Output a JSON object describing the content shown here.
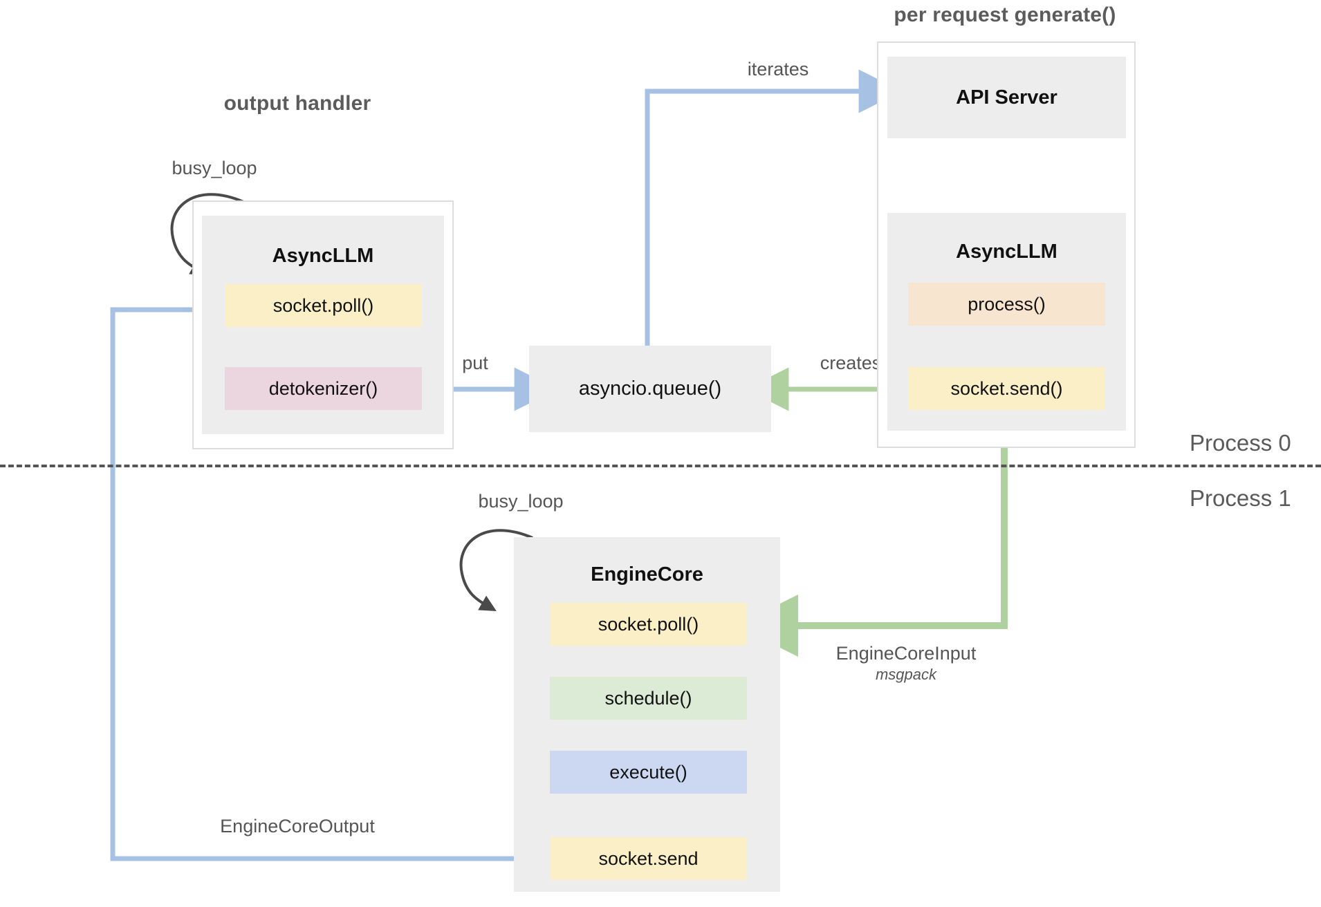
{
  "diagram": {
    "title_left": "output handler",
    "title_right": "per request generate()",
    "process_top": "Process 0",
    "process_bottom": "Process 1"
  },
  "colors": {
    "arrow_blue": "#A6C1E4",
    "arrow_green": "#AFD1A0",
    "arrow_dark": "#4a4a4a",
    "box_grey": "#ededed",
    "frame_border": "#dcdcdc",
    "chip_yellow": "#FBEFC8",
    "chip_peach": "#F8E5D0",
    "chip_pink": "#EBD5DF",
    "chip_green": "#DBEBD5",
    "chip_blue": "#CCD8F2",
    "text_dark": "#111111",
    "text_grey": "#555555"
  },
  "output_handler": {
    "box_title": "AsyncLLM",
    "loop_label": "busy_loop",
    "chips": [
      {
        "label": "socket.poll()",
        "color": "yellow"
      },
      {
        "label": "detokenizer()",
        "color": "pink"
      }
    ]
  },
  "queue": {
    "label": "asyncio.queue()"
  },
  "api_cluster": {
    "api_server_title": "API Server",
    "async_llm_title": "AsyncLLM",
    "chips": [
      {
        "label": "process()",
        "color": "peach"
      },
      {
        "label": "socket.send()",
        "color": "yellow"
      }
    ]
  },
  "engine_core": {
    "box_title": "EngineCore",
    "loop_label": "busy_loop",
    "chips": [
      {
        "label": "socket.poll()",
        "color": "yellow"
      },
      {
        "label": "schedule()",
        "color": "green"
      },
      {
        "label": "execute()",
        "color": "blue"
      },
      {
        "label": "socket.send",
        "color": "yellow"
      }
    ]
  },
  "edges": [
    {
      "id": "iterates",
      "label": "iterates"
    },
    {
      "id": "put",
      "label": "put"
    },
    {
      "id": "creates",
      "label": "creates"
    },
    {
      "id": "engine_core_input",
      "label": "EngineCoreInput",
      "sublabel": "msgpack"
    },
    {
      "id": "engine_core_output",
      "label": "EngineCoreOutput"
    }
  ]
}
